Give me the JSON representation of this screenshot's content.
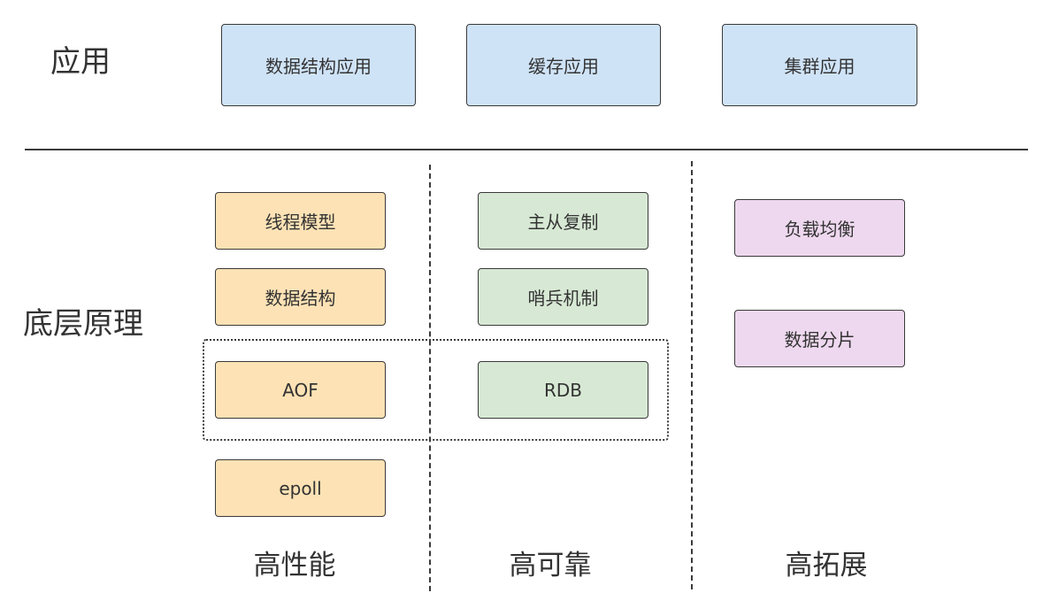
{
  "layers": {
    "application": {
      "label": "应用",
      "items": [
        "数据结构应用",
        "缓存应用",
        "集群应用"
      ]
    },
    "foundation": {
      "label": "底层原理",
      "columns": [
        {
          "label": "高性能",
          "items": [
            "线程模型",
            "数据结构",
            "AOF",
            "epoll"
          ]
        },
        {
          "label": "高可靠",
          "items": [
            "主从复制",
            "哨兵机制",
            "RDB"
          ]
        },
        {
          "label": "高拓展",
          "items": [
            "负载均衡",
            "数据分片"
          ]
        }
      ]
    }
  },
  "colors": {
    "application_box": "#cfe3f7",
    "performance_box": "#fde2b5",
    "reliability_box": "#d7e9d4",
    "scalability_box": "#eed8ef",
    "border": "#3a3a3a"
  }
}
